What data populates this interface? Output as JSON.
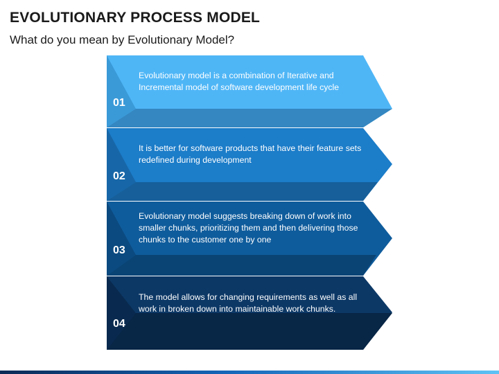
{
  "slide": {
    "title": "EVOLUTIONARY PROCESS MODEL",
    "subtitle": "What do you mean by Evolutionary Model?"
  },
  "colors": {
    "step_1": "#4fb6f6",
    "step_2": "#1c7dc9",
    "step_3": "#0f5c9c",
    "step_4": "#0c3866"
  },
  "steps": [
    {
      "number": "01",
      "text": "Evolutionary model is a combination of Iterative and Incremental model of software development life cycle"
    },
    {
      "number": "02",
      "text": "It is better for software products that have their feature sets redefined during development"
    },
    {
      "number": "03",
      "text": "Evolutionary model suggests breaking down of work into smaller chunks, prioritizing them and then delivering those chunks to the customer one by one"
    },
    {
      "number": "04",
      "text": "The model allows for changing requirements as well as all work in broken down into maintainable work chunks."
    }
  ]
}
